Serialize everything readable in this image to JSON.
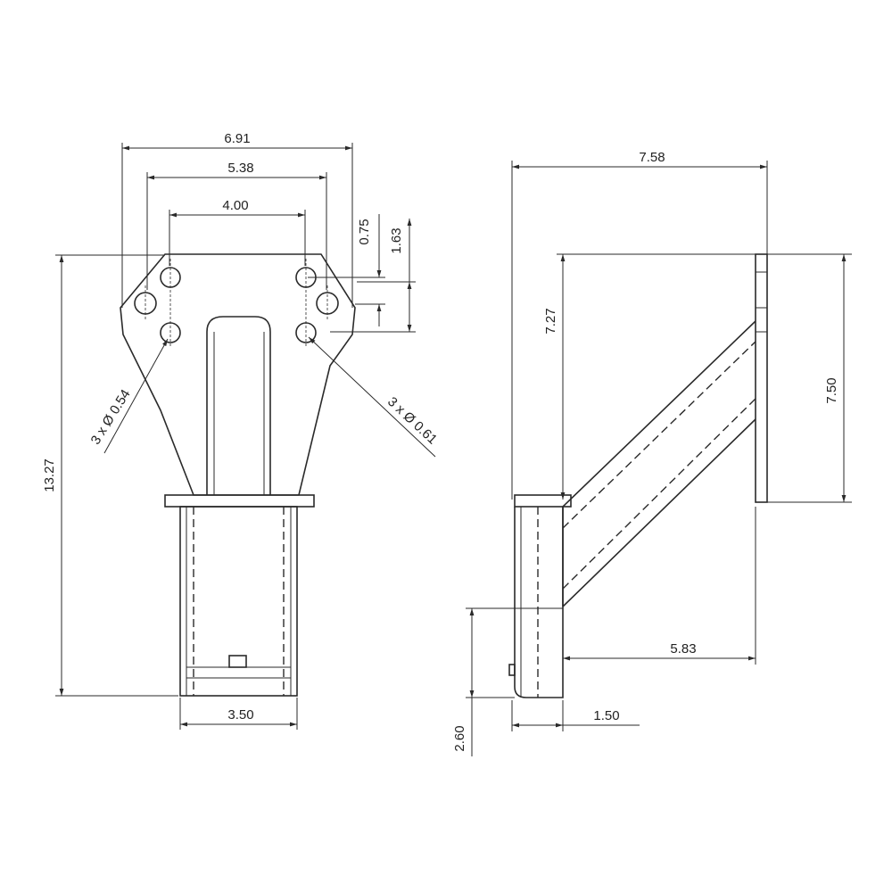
{
  "drawing": {
    "front_view": {
      "width_overall": "6.91",
      "outer_hole_spacing": "5.38",
      "inner_hole_spacing": "4.00",
      "offset_small": "0.75",
      "offset_large": "1.63",
      "height_overall": "13.27",
      "tube_width": "3.50",
      "hole_callout_small": "3 x Ø 0.54",
      "hole_callout_large": "3 x Ø 0.61"
    },
    "side_view": {
      "depth_overall": "7.58",
      "arm_height": "7.27",
      "plate_height": "7.50",
      "arm_reach": "5.83",
      "tube_depth": "1.50",
      "tube_bottom": "2.60"
    }
  }
}
